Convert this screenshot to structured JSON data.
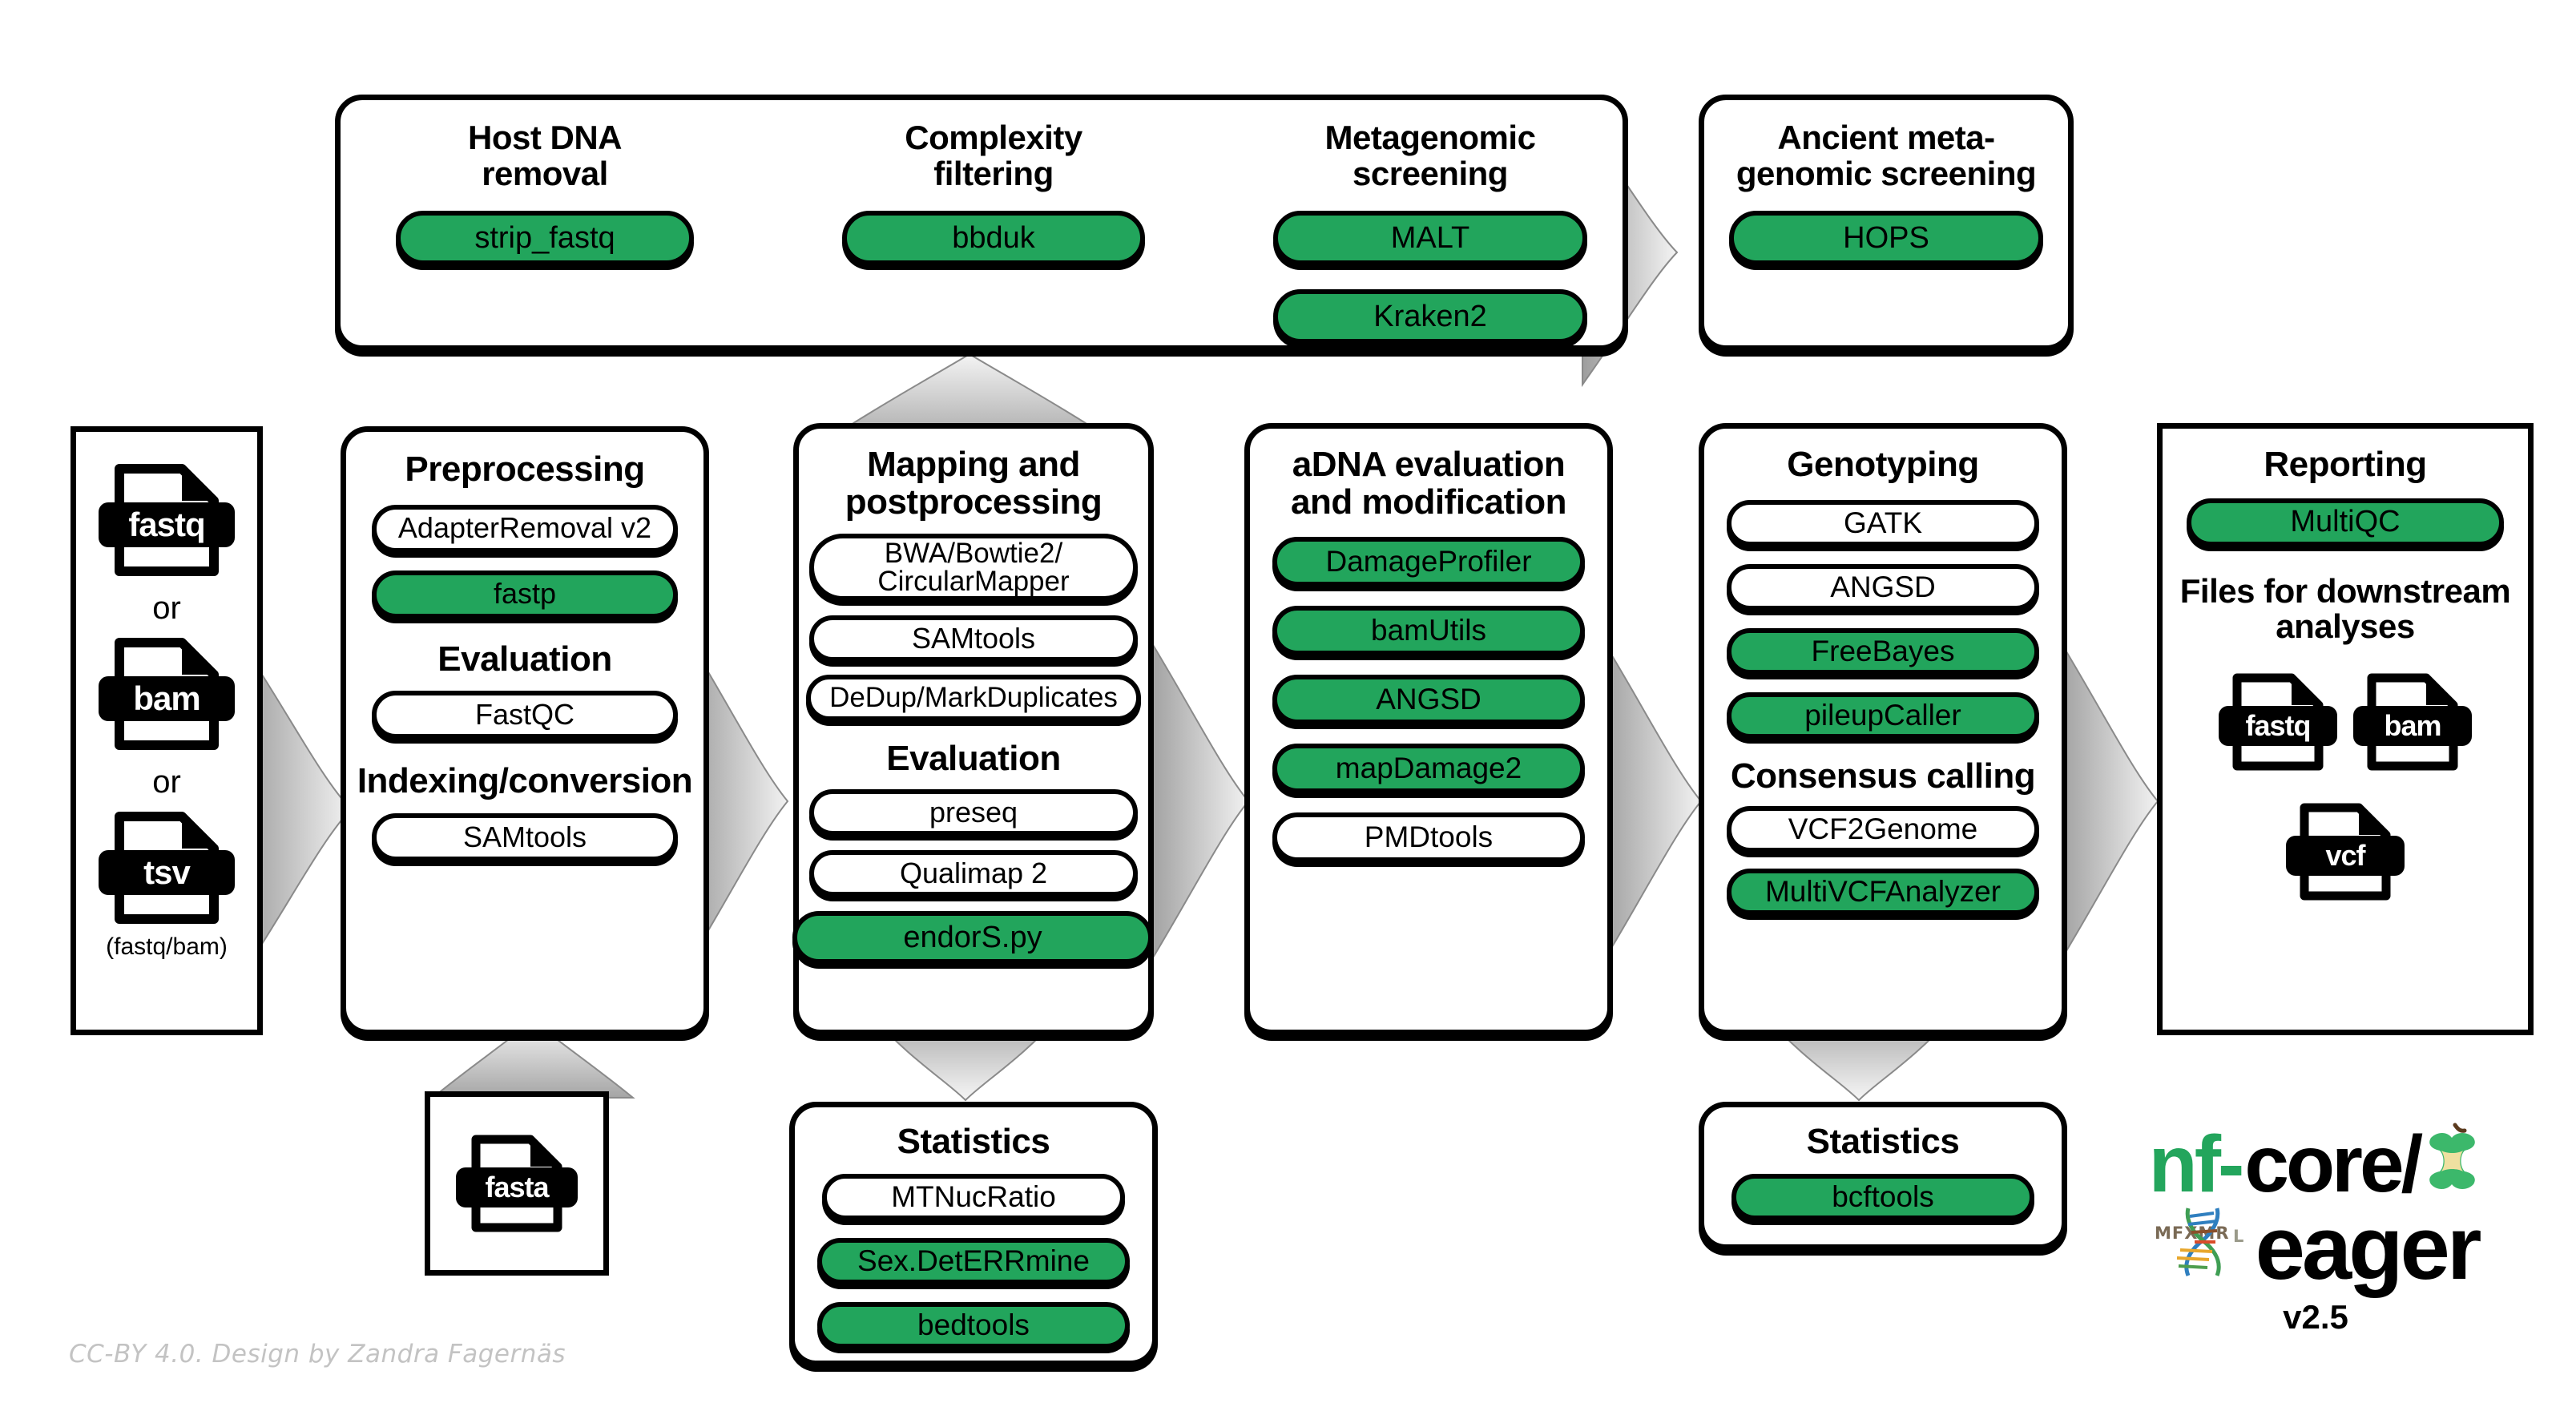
{
  "colors": {
    "green": "#22A55C",
    "black": "#000000",
    "white": "#ffffff",
    "credit_gray": "#c3c3c3",
    "logo_green": "#23A55C"
  },
  "top_band": {
    "groups": [
      {
        "title": "Host DNA\nremoval",
        "title_line1": "Host DNA",
        "title_line2": "removal",
        "tools": [
          {
            "label": "strip_fastq",
            "green": true
          }
        ]
      },
      {
        "title_line1": "Complexity",
        "title_line2": "filtering",
        "tools": [
          {
            "label": "bbduk",
            "green": true
          }
        ]
      },
      {
        "title_line1": "Metagenomic",
        "title_line2": "screening",
        "tools": [
          {
            "label": "MALT",
            "green": true
          },
          {
            "label": "Kraken2",
            "green": true
          }
        ]
      }
    ]
  },
  "ancient": {
    "title_line1": "Ancient meta-",
    "title_line2": "genomic screening",
    "tools": [
      {
        "label": "HOPS",
        "green": true
      }
    ]
  },
  "input_box": {
    "files": [
      {
        "label": "fastq"
      },
      {
        "label": "bam"
      },
      {
        "label": "tsv"
      }
    ],
    "or_1": "or",
    "or_2": "or",
    "note": "(fastq/bam)"
  },
  "columns": [
    {
      "id": "preprocessing",
      "title_line1": "Preprocessing",
      "title_line2": "",
      "items": [
        {
          "type": "pill",
          "label": "AdapterRemoval v2",
          "green": false
        },
        {
          "type": "pill",
          "label": "fastp",
          "green": true
        },
        {
          "type": "heading",
          "label": "Evaluation"
        },
        {
          "type": "pill",
          "label": "FastQC",
          "green": false
        },
        {
          "type": "heading",
          "label": "Indexing/conversion"
        },
        {
          "type": "pill",
          "label": "SAMtools",
          "green": false
        }
      ]
    },
    {
      "id": "mapping",
      "title_line1": "Mapping and",
      "title_line2": "postprocessing",
      "items": [
        {
          "type": "pill",
          "label": "BWA/Bowtie2/\nCircularMapper",
          "green": false,
          "two_line": true
        },
        {
          "type": "pill",
          "label": "SAMtools",
          "green": false
        },
        {
          "type": "pill",
          "label": "DeDup/MarkDuplicates",
          "green": false
        },
        {
          "type": "heading",
          "label": "Evaluation"
        },
        {
          "type": "pill",
          "label": "preseq",
          "green": false
        },
        {
          "type": "pill",
          "label": "Qualimap 2",
          "green": false
        },
        {
          "type": "pill",
          "label": "endorS.py",
          "green": true
        }
      ]
    },
    {
      "id": "adna",
      "title_line1": "aDNA evaluation",
      "title_line2": "and modification",
      "items": [
        {
          "type": "pill",
          "label": "DamageProfiler",
          "green": true
        },
        {
          "type": "pill",
          "label": "bamUtils",
          "green": true
        },
        {
          "type": "pill",
          "label": "ANGSD",
          "green": true
        },
        {
          "type": "pill",
          "label": "mapDamage2",
          "green": true
        },
        {
          "type": "pill",
          "label": "PMDtools",
          "green": false
        }
      ]
    },
    {
      "id": "genotyping",
      "title_line1": "Genotyping",
      "title_line2": "",
      "items": [
        {
          "type": "pill",
          "label": "GATK",
          "green": false
        },
        {
          "type": "pill",
          "label": "ANGSD",
          "green": false
        },
        {
          "type": "pill",
          "label": "FreeBayes",
          "green": true
        },
        {
          "type": "pill",
          "label": "pileupCaller",
          "green": true
        },
        {
          "type": "heading",
          "label": "Consensus calling"
        },
        {
          "type": "pill",
          "label": "VCF2Genome",
          "green": false
        },
        {
          "type": "pill",
          "label": "MultiVCFAnalyzer",
          "green": true
        }
      ]
    },
    {
      "id": "reporting",
      "title_line1": "Reporting",
      "title_line2": "",
      "items": [
        {
          "type": "pill",
          "label": "MultiQC",
          "green": true
        },
        {
          "type": "heading2",
          "label": "Files for downstream\nanalyses",
          "l1": "Files for downstream",
          "l2": "analyses"
        }
      ],
      "files": [
        {
          "label": "fastq"
        },
        {
          "label": "bam"
        },
        {
          "label": "vcf"
        }
      ]
    }
  ],
  "fasta_box": {
    "file": {
      "label": "fasta"
    }
  },
  "stats_mapping": {
    "title": "Statistics",
    "items": [
      {
        "label": "MTNucRatio",
        "green": false
      },
      {
        "label": "Sex.DetERRmine",
        "green": true
      },
      {
        "label": "bedtools",
        "green": true
      }
    ]
  },
  "stats_genotyping": {
    "title": "Statistics",
    "items": [
      {
        "label": "bcftools",
        "green": true
      }
    ]
  },
  "logo": {
    "nf": "nf-",
    "core": "core/",
    "eager": "eager",
    "version": "v2.5",
    "runes": "MFXMR",
    "rune_l": "L"
  },
  "credit": "CC-BY 4.0. Design by Zandra Fagernäs"
}
